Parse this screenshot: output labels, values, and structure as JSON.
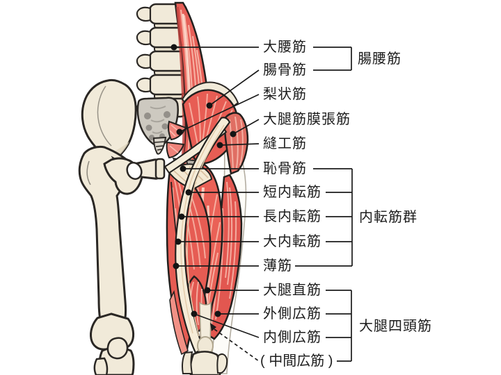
{
  "figure": {
    "kind": "anatomy-diagram",
    "language": "ja",
    "colors": {
      "background": "#ffffff",
      "muscle_red": "#e65c53",
      "muscle_red_deep": "#cf4a44",
      "muscle_striation": "#f6ab9d",
      "muscle_highlight": "#fbd6c8",
      "muscle_pale": "#f5ecd8",
      "bone": "#f1ead9",
      "bone_shade": "#e2d8c0",
      "sacrum_gray": "#cdc9c0",
      "outline": "#26231f",
      "leader_line": "#1b1b1b",
      "label_text": "#1c1c1c"
    }
  },
  "labels": {
    "psoas_major": "大腰筋",
    "iliacus": "腸骨筋",
    "piriformis": "梨状筋",
    "tensor_fasciae_latae": "大腿筋膜張筋",
    "sartorius": "縫工筋",
    "pectineus": "恥骨筋",
    "adductor_brevis": "短内転筋",
    "adductor_longus": "長内転筋",
    "adductor_magnus": "大内転筋",
    "gracilis": "薄筋",
    "rectus_femoris": "大腿直筋",
    "vastus_lateralis": "外側広筋",
    "vastus_medialis": "内側広筋",
    "vastus_intermedius": "( 中間広筋 )"
  },
  "group_labels": {
    "iliopsoas": "腸腰筋",
    "adductor_group": "内転筋群",
    "quadriceps": "大腿四頭筋"
  }
}
